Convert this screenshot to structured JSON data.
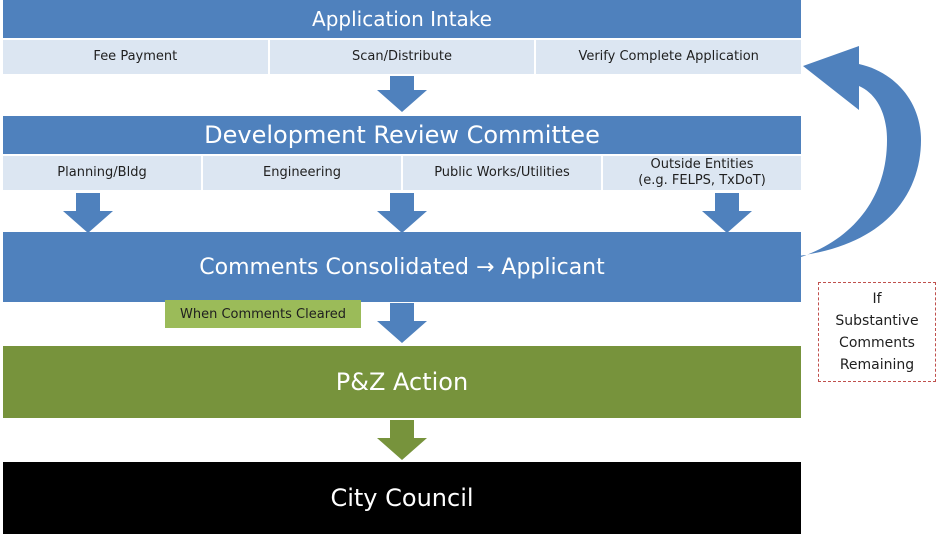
{
  "colors": {
    "blue": "#4f81bd",
    "light_blue": "#dce6f2",
    "green": "#77933c",
    "light_green": "#9bbb59",
    "black": "#000000",
    "dashed_border": "#c0504d"
  },
  "intake": {
    "title": "Application Intake",
    "steps": [
      "Fee Payment",
      "Scan/Distribute",
      "Verify Complete Application"
    ]
  },
  "drc": {
    "title": "Development Review Committee",
    "departments": [
      "Planning/Bldg",
      "Engineering",
      "Public Works/Utilities"
    ],
    "outside_line1": "Outside Entities",
    "outside_line2": "(e.g. FELPS, TxDoT)"
  },
  "comments": {
    "title": "Comments Consolidated → Applicant"
  },
  "cleared_label": "When Comments Cleared",
  "loop_note": {
    "line1": "If",
    "line2": "Substantive",
    "line3": "Comments",
    "line4": "Remaining"
  },
  "pz": {
    "title": "P&Z Action"
  },
  "council": {
    "title": "City Council"
  }
}
